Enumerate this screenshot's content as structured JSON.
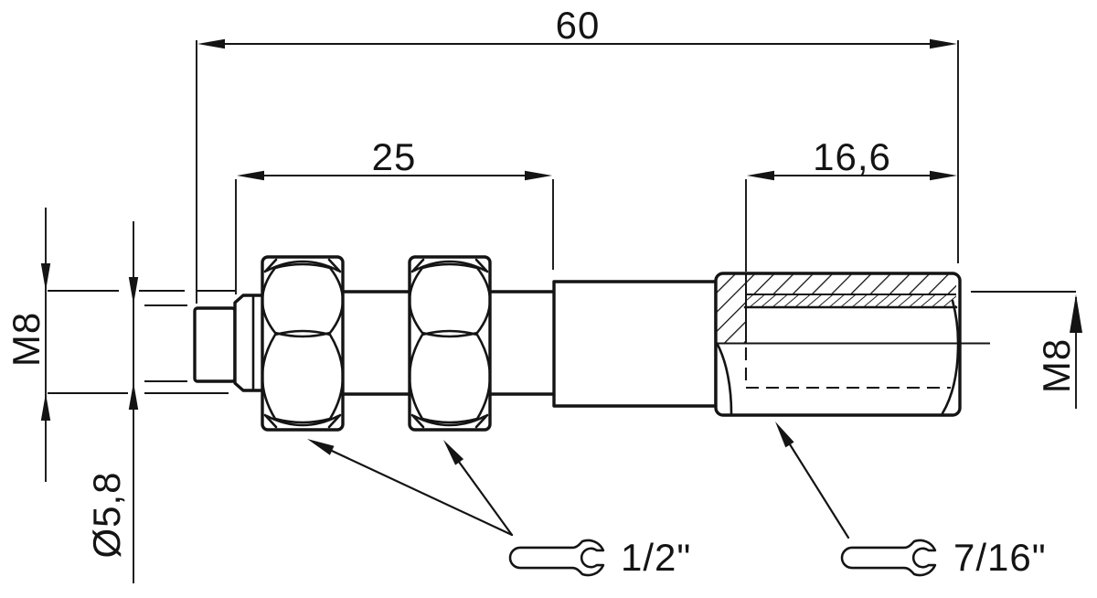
{
  "drawing": {
    "type": "technical-dimension-drawing",
    "background": "#ffffff",
    "line_color": "#141414",
    "part": "threaded adapter with two hex lock nuts and internally threaded sleeve"
  },
  "dimensions": {
    "total_length": {
      "value": "60"
    },
    "nut_section_length": {
      "value": "25"
    },
    "thread_depth": {
      "value": "16,6"
    },
    "male_thread": {
      "value": "M8"
    },
    "stub_diameter": {
      "value": "Ø5,8"
    },
    "female_thread": {
      "value": "M8"
    }
  },
  "callouts": {
    "nut_wrench": {
      "label": "1/2\"",
      "icon": "open-end-wrench-icon"
    },
    "sleeve_wrench": {
      "label": "7/16\"",
      "icon": "open-end-wrench-icon"
    }
  }
}
